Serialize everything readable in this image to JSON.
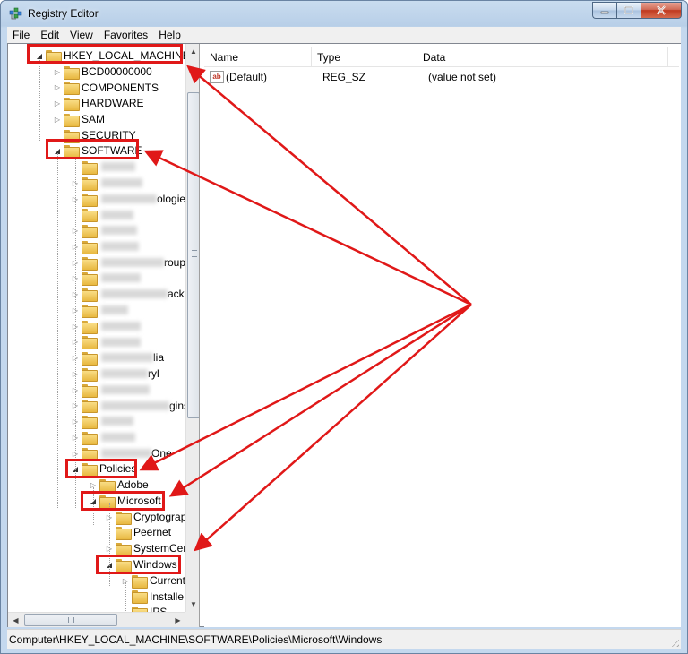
{
  "window": {
    "title": "Registry Editor",
    "app_icon": "registry-editor-icon"
  },
  "menubar": {
    "items": [
      "File",
      "Edit",
      "View",
      "Favorites",
      "Help"
    ]
  },
  "tree": {
    "items": [
      {
        "label": "HKEY_LOCAL_MACHINE",
        "expander": "open",
        "highlighted": true
      },
      {
        "label": "BCD00000000",
        "expander": "closed"
      },
      {
        "label": "COMPONENTS",
        "expander": "closed"
      },
      {
        "label": "HARDWARE",
        "expander": "closed"
      },
      {
        "label": "SAM",
        "expander": "closed"
      },
      {
        "label": "SECURITY",
        "expander": "none"
      },
      {
        "label": "SOFTWARE",
        "expander": "open",
        "highlighted": true
      },
      {
        "label": "",
        "expander": "none",
        "blurred": true
      },
      {
        "label": "",
        "expander": "closed",
        "blurred": true
      },
      {
        "label": "ologies",
        "expander": "closed",
        "blurred": true
      },
      {
        "label": "",
        "expander": "none",
        "blurred": true
      },
      {
        "label": "",
        "expander": "closed",
        "blurred": true
      },
      {
        "label": "",
        "expander": "closed",
        "blurred": true
      },
      {
        "label": "roup",
        "expander": "closed",
        "blurred": true
      },
      {
        "label": "",
        "expander": "closed",
        "blurred": true
      },
      {
        "label": "ackard",
        "expander": "closed",
        "blurred": true
      },
      {
        "label": "",
        "expander": "closed",
        "blurred": true
      },
      {
        "label": "",
        "expander": "closed",
        "blurred": true
      },
      {
        "label": "",
        "expander": "closed",
        "blurred": true
      },
      {
        "label": "lia",
        "expander": "closed",
        "blurred": true
      },
      {
        "label": "ryl",
        "expander": "closed",
        "blurred": true
      },
      {
        "label": "",
        "expander": "closed",
        "blurred": true
      },
      {
        "label": "gins",
        "expander": "closed",
        "blurred": true
      },
      {
        "label": "",
        "expander": "closed",
        "blurred": true
      },
      {
        "label": "",
        "expander": "closed",
        "blurred": true
      },
      {
        "label": "One",
        "expander": "closed",
        "blurred": true
      },
      {
        "label": "Policies",
        "expander": "open",
        "highlighted": true
      },
      {
        "label": "Adobe",
        "expander": "closed"
      },
      {
        "label": "Microsoft",
        "expander": "open",
        "highlighted": true
      },
      {
        "label": "Cryptograp",
        "expander": "closed"
      },
      {
        "label": "Peernet",
        "expander": "none"
      },
      {
        "label": "SystemCer",
        "expander": "closed"
      },
      {
        "label": "Windows",
        "expander": "open",
        "highlighted": true
      },
      {
        "label": "Current",
        "expander": "closed"
      },
      {
        "label": "Installe",
        "expander": "none"
      },
      {
        "label": "IPS",
        "expander": "none"
      }
    ]
  },
  "list": {
    "columns": [
      "Name",
      "Type",
      "Data"
    ],
    "rows": [
      {
        "icon": "string-value-icon",
        "icon_text": "ab",
        "name": "(Default)",
        "type": "REG_SZ",
        "data": "(value not set)"
      }
    ]
  },
  "statusbar": {
    "path": "Computer\\HKEY_LOCAL_MACHINE\\SOFTWARE\\Policies\\Microsoft\\Windows"
  },
  "annotation": {
    "color": "#e01818"
  },
  "window_controls": {
    "minimize": "minimize-icon",
    "maximize": "maximize-icon",
    "close": "close-icon"
  }
}
